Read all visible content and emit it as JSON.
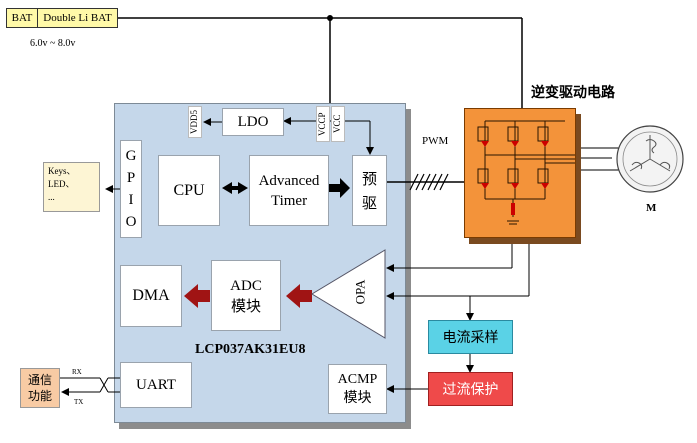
{
  "battery": {
    "bat": "BAT",
    "type": "Double Li BAT",
    "range": "6.0v ~ 8.0v"
  },
  "inverter_title": "逆变驱动电路",
  "motor_label": "M",
  "pwm_label": "PWM",
  "peripheral": {
    "line1": "Keys、",
    "line2": "LED、",
    "line3": "..."
  },
  "comm": {
    "line1": "通信",
    "line2": "功能",
    "rx": "RX",
    "tx": "TX"
  },
  "chip": {
    "name": "LCP037AK31EU8",
    "vdd5": "VDD5",
    "ldo": "LDO",
    "vccp": "VCCP",
    "vcc": "VCC",
    "gpio": [
      "G",
      "P",
      "I",
      "O"
    ],
    "cpu": "CPU",
    "timer_line1": "Advanced",
    "timer_line2": "Timer",
    "predrive_line1": "预",
    "predrive_line2": "驱",
    "dma": "DMA",
    "adc_line1": "ADC",
    "adc_line2": "模块",
    "opa": "OPA",
    "uart": "UART",
    "acmp_line1": "ACMP",
    "acmp_line2": "模块"
  },
  "current_sample": "电流采样",
  "overcurrent": "过流保护",
  "colors": {
    "chip_bg": "#c5d7ea",
    "battery_bg": "#fff9a8",
    "peripheral_bg": "#fdf5d4",
    "comm_bg": "#f8cba4",
    "inverter_bg": "#f3933a",
    "sample_bg": "#5ad2e6",
    "protect_bg": "#ef4a4a",
    "dark_red_arrow": "#a01414"
  }
}
